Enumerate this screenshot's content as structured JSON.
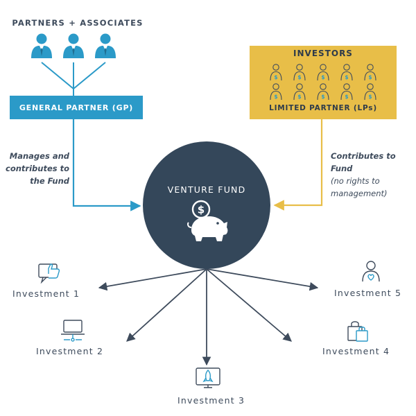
{
  "partners": {
    "title": "PARTNERS + ASSOCIATES",
    "icon": "businessman-icon",
    "count": 3
  },
  "general_partner": {
    "label": "GENERAL PARTNER (GP)",
    "color": "#2b9ac8"
  },
  "investors": {
    "title": "INVESTORS",
    "subtitle": "LIMITED PARTNER (LPs)",
    "icon": "investor-dollar-icon",
    "count": 10,
    "color": "#e8be48"
  },
  "gp_note": {
    "line1": "Manages and",
    "line2": "contributes to",
    "line3": "the Fund"
  },
  "lp_note": {
    "line1": "Contributes to",
    "line2": "Fund",
    "line3": "(no rights to",
    "line4": "management)"
  },
  "fund": {
    "title": "VENTURE FUND",
    "icon": "piggy-bank-dollar-icon",
    "color": "#34475a"
  },
  "investments": [
    {
      "label": "Investment 1",
      "icon": "thumbs-up-chat-icon"
    },
    {
      "label": "Investment 2",
      "icon": "laptop-icon"
    },
    {
      "label": "Investment 3",
      "icon": "rocket-monitor-icon"
    },
    {
      "label": "Investment 4",
      "icon": "shopping-bags-icon"
    },
    {
      "label": "Investment 5",
      "icon": "person-heart-icon"
    }
  ],
  "colors": {
    "arrow": "#3e4b5c",
    "text": "#3e4b5c",
    "icon_blue": "#2b9ac8"
  }
}
